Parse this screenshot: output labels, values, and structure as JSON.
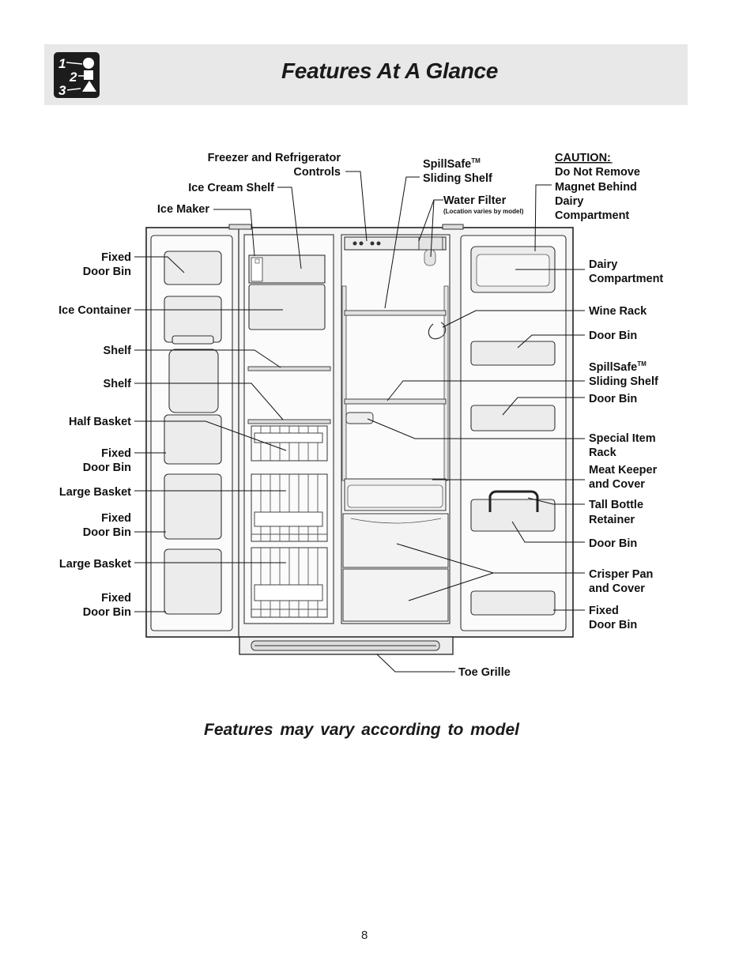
{
  "header": {
    "title": "Features At A Glance",
    "icon_name": "steps-1-2-3-icon"
  },
  "labels": {
    "freezer_controls_l1": "Freezer and Refrigerator",
    "freezer_controls_l2": "Controls",
    "ice_cream_shelf": "Ice Cream Shelf",
    "ice_maker": "Ice Maker",
    "spillsafe_top_l1": "SpillSafe",
    "spillsafe_top_l2": "Sliding Shelf",
    "tm": "TM",
    "water_filter": "Water Filter",
    "water_filter_note": "(Location varies by model)",
    "caution_title": "CAUTION:",
    "caution_l1": "Do Not Remove",
    "caution_l2": "Magnet Behind",
    "caution_l3": "Dairy",
    "caution_l4": "Compartment",
    "fixed_door_bin_1_l1": "Fixed",
    "fixed_door_bin_1_l2": "Door Bin",
    "ice_container": "Ice Container",
    "shelf_1": "Shelf",
    "shelf_2": "Shelf",
    "half_basket": "Half Basket",
    "fixed_door_bin_2_l1": "Fixed",
    "fixed_door_bin_2_l2": "Door Bin",
    "large_basket_1": "Large Basket",
    "fixed_door_bin_3_l1": "Fixed",
    "fixed_door_bin_3_l2": "Door Bin",
    "large_basket_2": "Large Basket",
    "fixed_door_bin_4_l1": "Fixed",
    "fixed_door_bin_4_l2": "Door Bin",
    "dairy_l1": "Dairy",
    "dairy_l2": "Compartment",
    "wine_rack": "Wine Rack",
    "door_bin_1": "Door Bin",
    "spillsafe_right_l1": "SpillSafe",
    "spillsafe_right_l2": "Sliding Shelf",
    "door_bin_2": "Door Bin",
    "special_rack_l1": "Special Item",
    "special_rack_l2": "Rack",
    "meat_keeper_l1": "Meat Keeper",
    "meat_keeper_l2": "and Cover",
    "tall_bottle_l1": "Tall Bottle",
    "tall_bottle_l2": "Retainer",
    "door_bin_3": "Door Bin",
    "crisper_l1": "Crisper Pan",
    "crisper_l2": "and Cover",
    "fixed_door_bin_5_l1": "Fixed",
    "fixed_door_bin_5_l2": "Door Bin",
    "toe_grille": "Toe Grille"
  },
  "subtitle": "Features may vary according to model",
  "page_number": "8"
}
